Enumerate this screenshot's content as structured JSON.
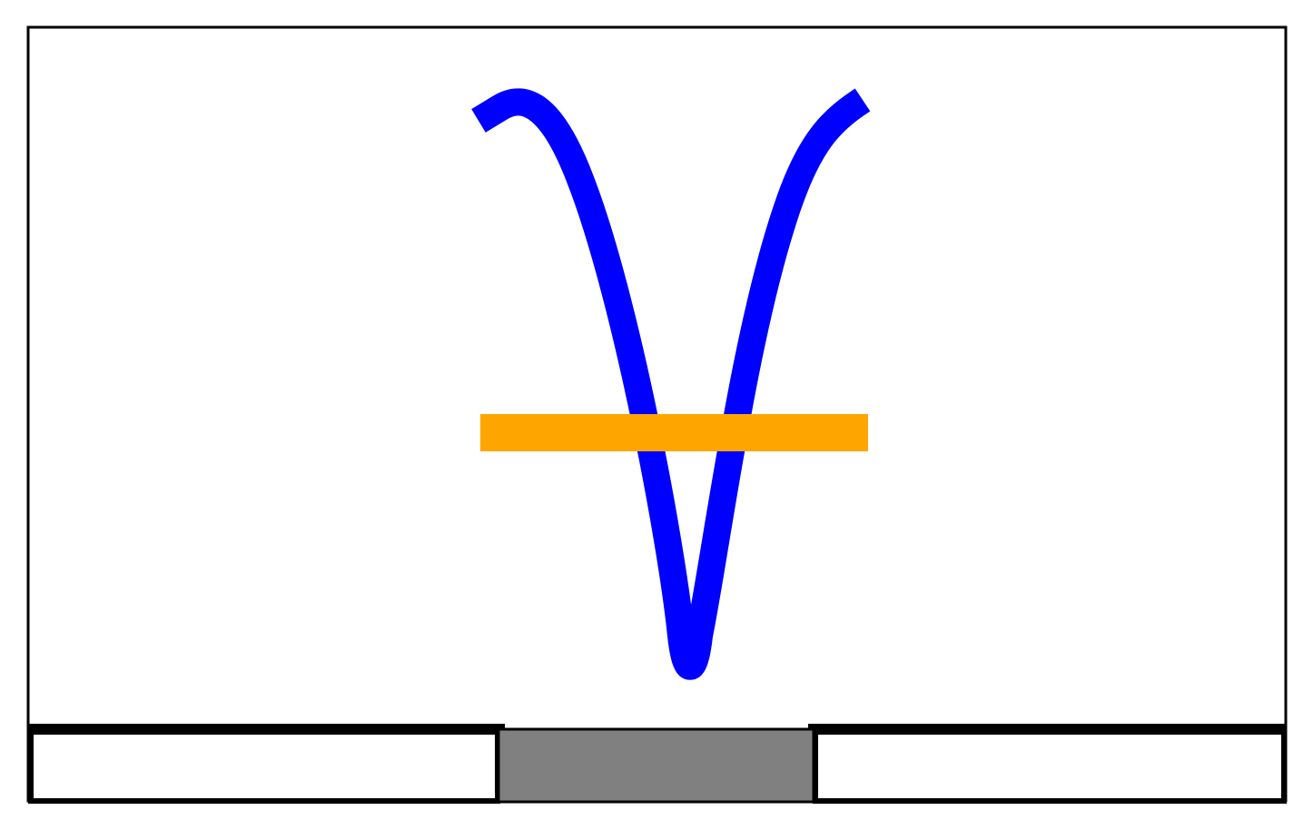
{
  "colors": {
    "background": "#ffffff",
    "border": "#000000",
    "curve": "#0000ff",
    "bar": "#ffa500",
    "selected_segment": "#808080",
    "segment": "#ffffff"
  },
  "segments": [
    {
      "state": "unselected"
    },
    {
      "state": "selected"
    },
    {
      "state": "unselected"
    }
  ]
}
